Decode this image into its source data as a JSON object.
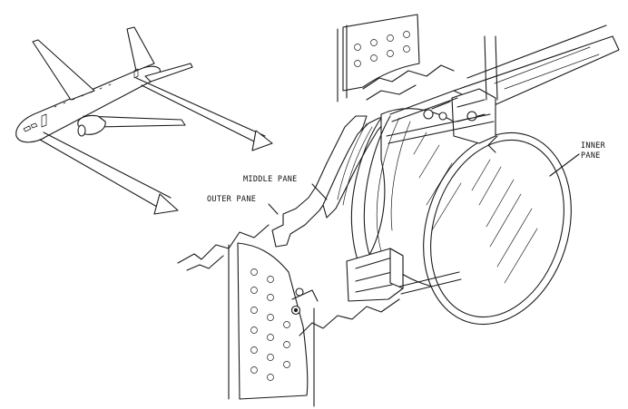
{
  "labels": {
    "middle_pane": "MIDDLE PANE",
    "outer_pane": "OUTER PANE",
    "inner_pane_line1": "INNER",
    "inner_pane_line2": "PANE"
  },
  "colors": {
    "line": "#1a1a1a",
    "background": "#ffffff"
  }
}
